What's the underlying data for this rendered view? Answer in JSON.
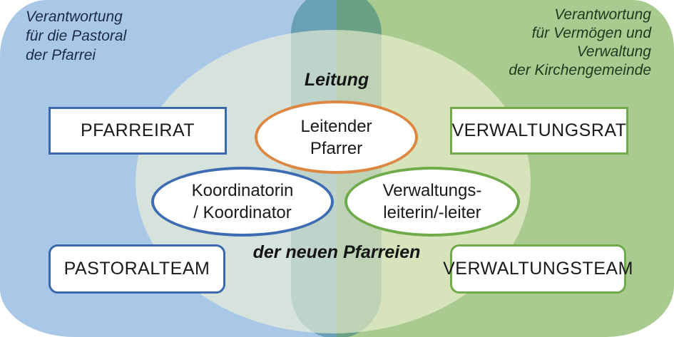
{
  "diagram": {
    "left_region": {
      "note_lines": [
        "Verantwortung",
        "für die Pastoral",
        "der Pfarrei"
      ]
    },
    "right_region": {
      "note_lines": [
        "Verantwortung",
        "für Vermögen und",
        "Verwaltung",
        "der Kirchengemeinde"
      ]
    },
    "center": {
      "heading": "Leitung",
      "subheading": "der neuen Pfarreien"
    },
    "boxes": [
      {
        "id": "pfarreirat",
        "label": "PFARREIRAT"
      },
      {
        "id": "verwaltungsrat",
        "label": "VERWALTUNGSRAT"
      },
      {
        "id": "pastoralteam",
        "label": "PASTORALTEAM"
      },
      {
        "id": "verwaltungsteam",
        "label": "VERWALTUNGSTEAM"
      }
    ],
    "ellipses": [
      {
        "id": "leitender-pfarrer",
        "lines": [
          "Leitender",
          "Pfarrer"
        ]
      },
      {
        "id": "koordinator",
        "lines": [
          "Koordinatorin",
          "/ Koordinator"
        ]
      },
      {
        "id": "verwaltungsleiter",
        "lines": [
          "Verwaltungs-",
          "leiterin/-leiter"
        ]
      }
    ],
    "colors": {
      "bg_blue": "#a9c8e7",
      "bg_green": "#a9cb90",
      "overlap_teal": "rgba(29,111,120,0.45)",
      "highlight_cream": "rgba(242,242,213,0.62)",
      "border_blue": "#3c68ae",
      "border_green": "#6fab49",
      "border_orange": "#dd8742"
    }
  }
}
